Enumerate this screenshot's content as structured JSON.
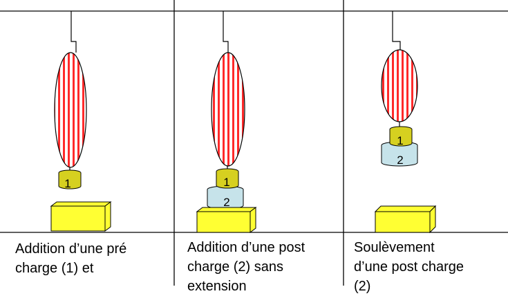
{
  "panels": [
    {
      "weights": [
        {
          "label": "1"
        }
      ],
      "caption": [
        "Addition d’une pré",
        "charge  (1) et"
      ]
    },
    {
      "weights": [
        {
          "label": "1"
        },
        {
          "label": "2"
        }
      ],
      "caption": [
        "Addition d’une post",
        "charge (2) sans",
        "extension"
      ]
    },
    {
      "weights": [
        {
          "label": "1"
        },
        {
          "label": "2"
        }
      ],
      "caption": [
        "Soulèvement",
        "d’une post charge",
        "(2)"
      ]
    }
  ],
  "colors": {
    "stripe_red": "#ff2a2a",
    "weight1_fill": "#d6d020",
    "weight2_fill": "#c6e3ea",
    "support_fill": "#ffff33",
    "line": "#000000"
  }
}
